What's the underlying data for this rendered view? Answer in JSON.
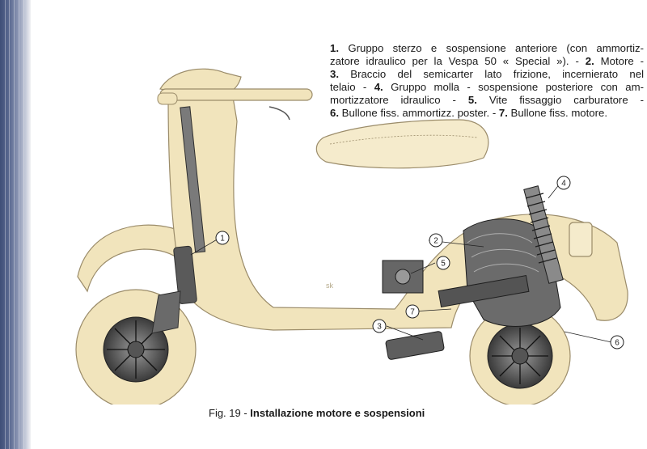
{
  "legend": {
    "lines": [
      [
        {
          "t": "1.",
          "b": true
        },
        {
          "t": " Gruppo sterzo e sospensione anteriore (con ammortiz-",
          "b": false
        }
      ],
      [
        {
          "t": "zatore idraulico per la Vespa 50 « Special »). - ",
          "b": false
        },
        {
          "t": "2.",
          "b": true
        },
        {
          "t": " Motore -",
          "b": false
        }
      ],
      [
        {
          "t": "3.",
          "b": true
        },
        {
          "t": " Braccio del semicarter lato frizione, incernierato nel",
          "b": false
        }
      ],
      [
        {
          "t": "telaio - ",
          "b": false
        },
        {
          "t": "4.",
          "b": true
        },
        {
          "t": " Gruppo molla - sospensione posteriore con am-",
          "b": false
        }
      ],
      [
        {
          "t": "mortizzatore idraulico - ",
          "b": false
        },
        {
          "t": "5.",
          "b": true
        },
        {
          "t": " Vite fissaggio carburatore -",
          "b": false
        }
      ],
      [
        {
          "t": "6.",
          "b": true
        },
        {
          "t": " Bullone fiss. ammortizz. poster. - ",
          "b": false
        },
        {
          "t": "7.",
          "b": true
        },
        {
          "t": " Bullone fiss. motore.",
          "b": false
        }
      ]
    ]
  },
  "figure": {
    "number_label": "Fig. 19 - ",
    "title": "Installazione motore e sospensioni",
    "callouts": [
      "1",
      "2",
      "3",
      "4",
      "5",
      "6",
      "7"
    ]
  },
  "colors": {
    "body_fill": "#f1e4bc",
    "body_stroke": "#9b8c6a",
    "mechanics": "#4a4a4a",
    "page_edge": "#4b5a84"
  },
  "stamp_text": "sk"
}
